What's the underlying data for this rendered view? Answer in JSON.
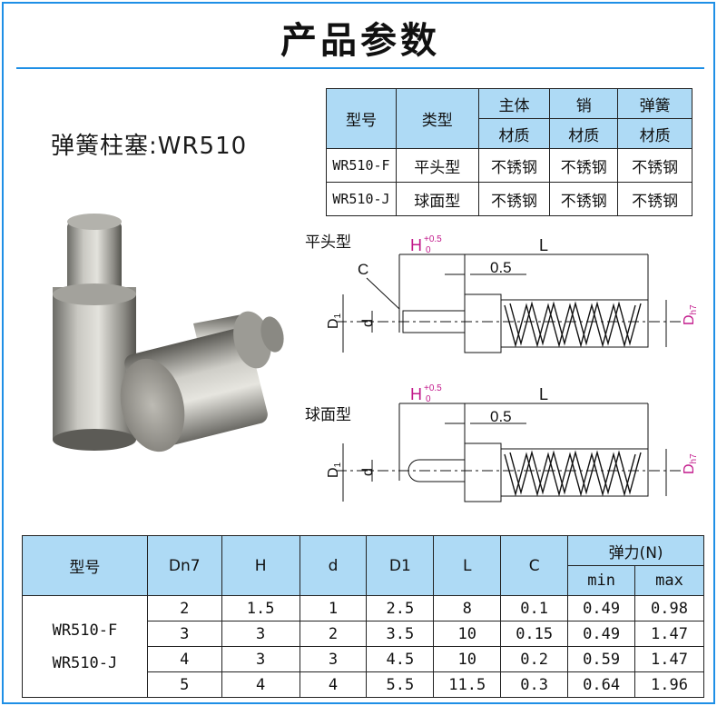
{
  "header": {
    "title": "产品参数"
  },
  "product": {
    "name": "弹簧柱塞:WR510"
  },
  "material_table": {
    "col_model": "型号",
    "col_type": "类型",
    "col_body": "主体",
    "col_pin": "销",
    "col_spring": "弹簧",
    "sub_material": "材质",
    "rows": [
      {
        "model": "WR510-F",
        "type": "平头型",
        "body": "不锈钢",
        "pin": "不锈钢",
        "spring": "不锈钢"
      },
      {
        "model": "WR510-J",
        "type": "球面型",
        "body": "不锈钢",
        "pin": "不锈钢",
        "spring": "不锈钢"
      }
    ]
  },
  "drawing": {
    "flat_label": "平头型",
    "ball_label": "球面型",
    "dim_H": "H",
    "dim_H_upper": "+0.5",
    "dim_H_lower": "0",
    "dim_L": "L",
    "dim_C": "C",
    "dim_05": "0.5",
    "dim_D1": "D",
    "dim_D1_sub": "1",
    "dim_d": "d",
    "dim_D": "D",
    "dim_D_sub": "h7"
  },
  "spec_table": {
    "col_model": "型号",
    "col_dn7": "Dn7",
    "col_H": "H",
    "col_d": "d",
    "col_D1": "D1",
    "col_L": "L",
    "col_C": "C",
    "col_force": "弹力(N)",
    "col_min": "min",
    "col_max": "max",
    "model_1": "WR510-F",
    "model_2": "WR510-J",
    "rows": [
      {
        "dn7": "2",
        "H": "1.5",
        "d": "1",
        "D1": "2.5",
        "L": "8",
        "C": "0.1",
        "min": "0.49",
        "max": "0.98"
      },
      {
        "dn7": "3",
        "H": "3",
        "d": "2",
        "D1": "3.5",
        "L": "10",
        "C": "0.15",
        "min": "0.49",
        "max": "1.47"
      },
      {
        "dn7": "4",
        "H": "3",
        "d": "3",
        "D1": "4.5",
        "L": "10",
        "C": "0.2",
        "min": "0.59",
        "max": "1.47"
      },
      {
        "dn7": "5",
        "H": "4",
        "d": "4",
        "D1": "5.5",
        "L": "11.5",
        "C": "0.3",
        "min": "0.64",
        "max": "1.96"
      }
    ]
  }
}
